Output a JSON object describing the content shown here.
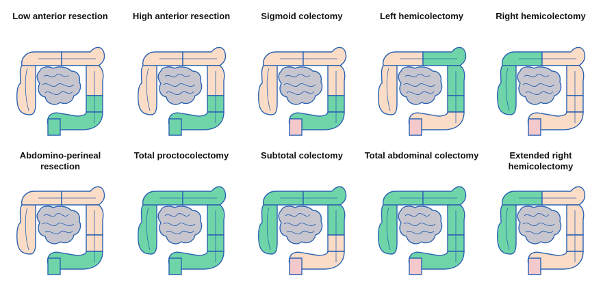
{
  "colors": {
    "retained": "#fbdcc6",
    "retained_rectum": "#f3c9cc",
    "resected": "#6fd5a8",
    "outline": "#2a62b2",
    "small_bowel": "#c7c6cf"
  },
  "panels": [
    {
      "title": "Low anterior resection",
      "resected": [
        "sigmoid",
        "rectum_upper"
      ]
    },
    {
      "title": "High anterior resection",
      "resected": [
        "sigmoid",
        "rectum_upper_partial"
      ]
    },
    {
      "title": "Sigmoid colectomy",
      "resected": [
        "sigmoid"
      ]
    },
    {
      "title": "Left hemicolectomy",
      "resected": [
        "transverse_left",
        "descending"
      ]
    },
    {
      "title": "Right hemicolectomy",
      "resected": [
        "caecum",
        "ascending",
        "hepatic_flexure"
      ]
    },
    {
      "title": "Abdomino-perineal resection",
      "resected": [
        "sigmoid_distal",
        "rectum",
        "anus"
      ]
    },
    {
      "title": "Total proctocolectomy",
      "resected": [
        "caecum",
        "ascending",
        "transverse",
        "descending",
        "sigmoid",
        "rectum",
        "anus"
      ]
    },
    {
      "title": "Subtotal colectomy",
      "resected": [
        "caecum",
        "ascending",
        "transverse",
        "descending_upper"
      ]
    },
    {
      "title": "Total abdominal colectomy",
      "resected": [
        "caecum",
        "ascending",
        "transverse",
        "descending",
        "sigmoid"
      ]
    },
    {
      "title": "Extended right hemicolectomy",
      "resected": [
        "caecum",
        "ascending",
        "transverse_right"
      ]
    }
  ]
}
